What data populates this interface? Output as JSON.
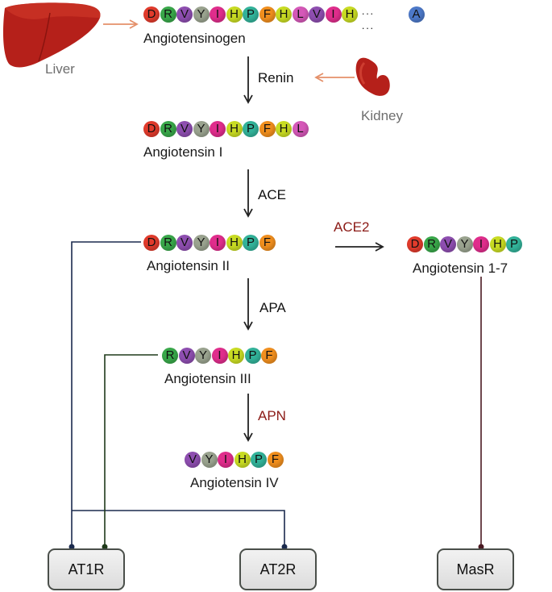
{
  "colors": {
    "D": "#e23b2c",
    "R": "#39a84a",
    "V": "#8e4eb0",
    "Y": "#9aa38f",
    "I": "#e02d8c",
    "H": "#c9dc23",
    "P": "#32b39a",
    "F": "#f18f1e",
    "L": "#d558b8",
    "A": "#4d79c9",
    "ace2": "#8b1a16",
    "apn": "#8b1a16",
    "organ_arrow": "#e4906a",
    "line_at1r": "#1b2a4e",
    "line_at3": "#1f3a1a",
    "line_masr": "#4a1a22"
  },
  "peptides": {
    "angiotensinogen": {
      "residues": [
        "D",
        "R",
        "V",
        "Y",
        "I",
        "H",
        "P",
        "F",
        "H",
        "L",
        "V",
        "I",
        "H"
      ],
      "ellipsis": "··· ···",
      "terminal": "A",
      "label": "Angiotensinogen"
    },
    "ang1": {
      "residues": [
        "D",
        "R",
        "V",
        "Y",
        "I",
        "H",
        "P",
        "F",
        "H",
        "L"
      ],
      "label": "Angiotensin I"
    },
    "ang2": {
      "residues": [
        "D",
        "R",
        "V",
        "Y",
        "I",
        "H",
        "P",
        "F"
      ],
      "label": "Angiotensin II"
    },
    "ang17": {
      "residues": [
        "D",
        "R",
        "V",
        "Y",
        "I",
        "H",
        "P"
      ],
      "label": "Angiotensin 1-7"
    },
    "ang3": {
      "residues": [
        "R",
        "V",
        "Y",
        "I",
        "H",
        "P",
        "F"
      ],
      "label": "Angiotensin III"
    },
    "ang4": {
      "residues": [
        "V",
        "Y",
        "I",
        "H",
        "P",
        "F"
      ],
      "label": "Angiotensin IV"
    }
  },
  "organs": {
    "liver": "Liver",
    "kidney": "Kidney"
  },
  "enzymes": {
    "renin": "Renin",
    "ace": "ACE",
    "ace2": "ACE2",
    "apa": "APA",
    "apn": "APN"
  },
  "receptors": {
    "at1r": "AT1R",
    "at2r": "AT2R",
    "masr": "MasR"
  }
}
